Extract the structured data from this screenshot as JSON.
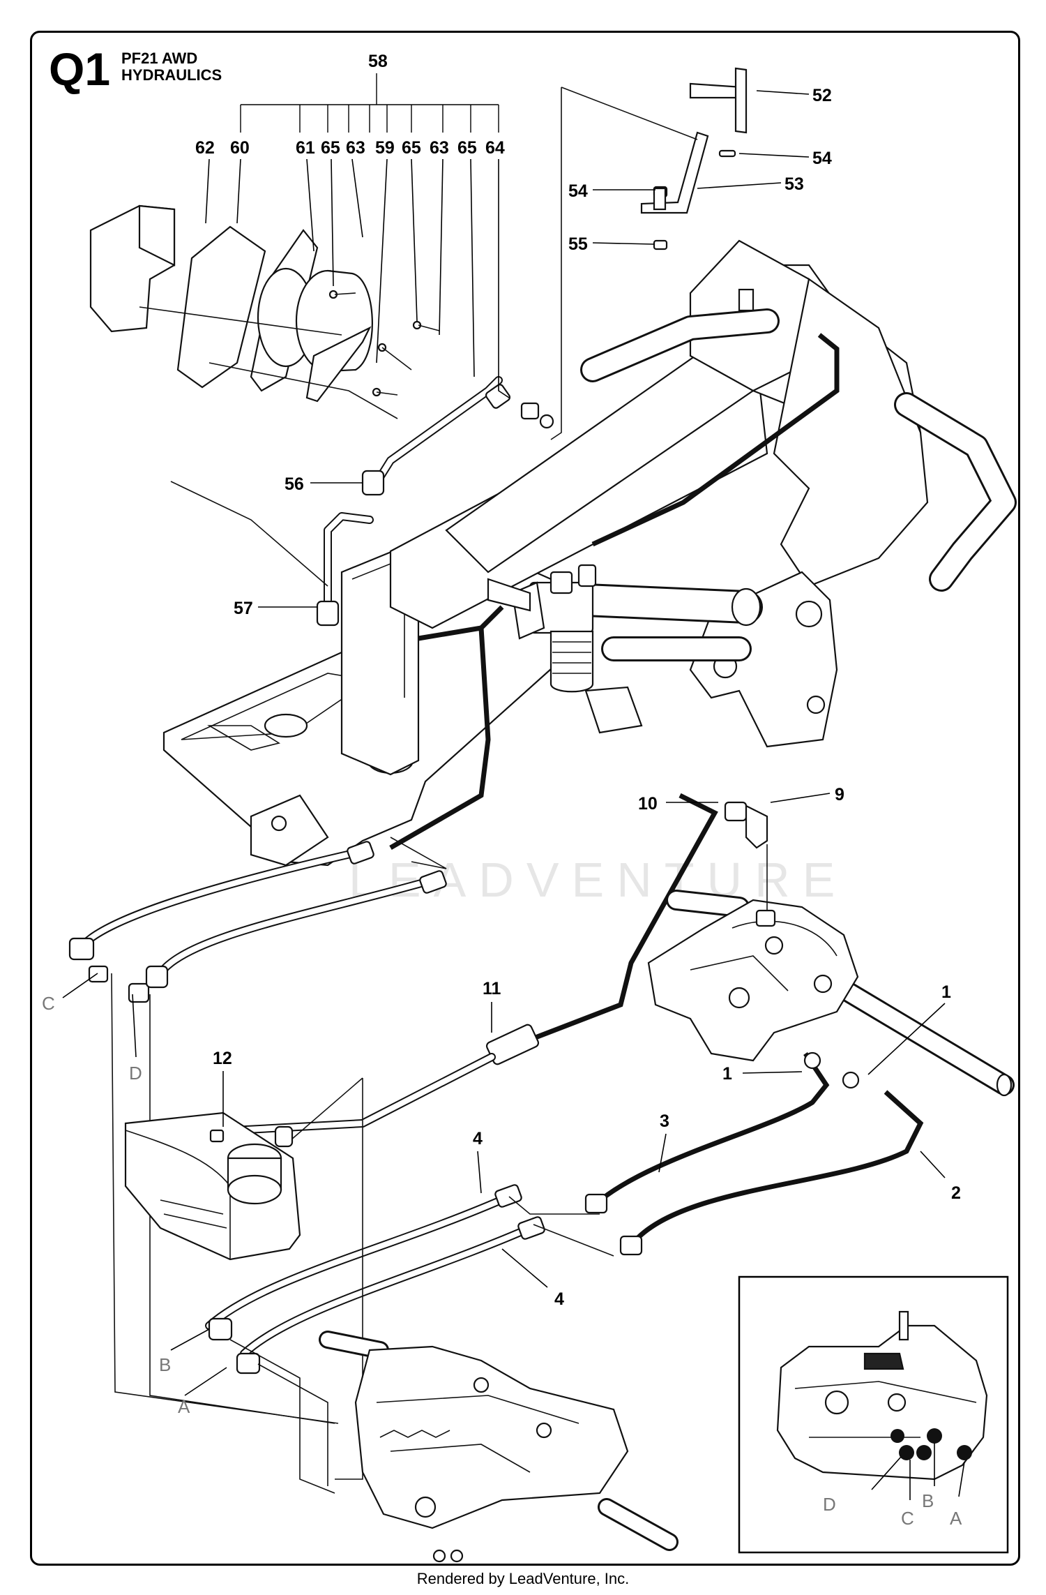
{
  "header": {
    "page_code": "Q1",
    "title_line1": "PF21 AWD",
    "title_line2": "HYDRAULICS"
  },
  "footer": {
    "credit": "Rendered by LeadVenture, Inc."
  },
  "watermark": {
    "text": "LEADVENTURE"
  },
  "callouts": {
    "c58": "58",
    "c62": "62",
    "c60": "60",
    "c61": "61",
    "c65a": "65",
    "c63a": "63",
    "c59": "59",
    "c65b": "65",
    "c63b": "63",
    "c65c": "65",
    "c64": "64",
    "c52": "52",
    "c54a": "54",
    "c54b": "54",
    "c53": "53",
    "c55": "55",
    "c56": "56",
    "c57": "57",
    "c9": "9",
    "c10": "10",
    "c11": "11",
    "c12": "12",
    "c1a": "1",
    "c1b": "1",
    "c2": "2",
    "c3": "3",
    "c4a": "4",
    "c4b": "4"
  },
  "port_labels": {
    "pC": "C",
    "pD": "D",
    "pB": "B",
    "pA": "A"
  },
  "inset_labels": {
    "iD": "D",
    "iC": "C",
    "iB": "B",
    "iA": "A"
  }
}
